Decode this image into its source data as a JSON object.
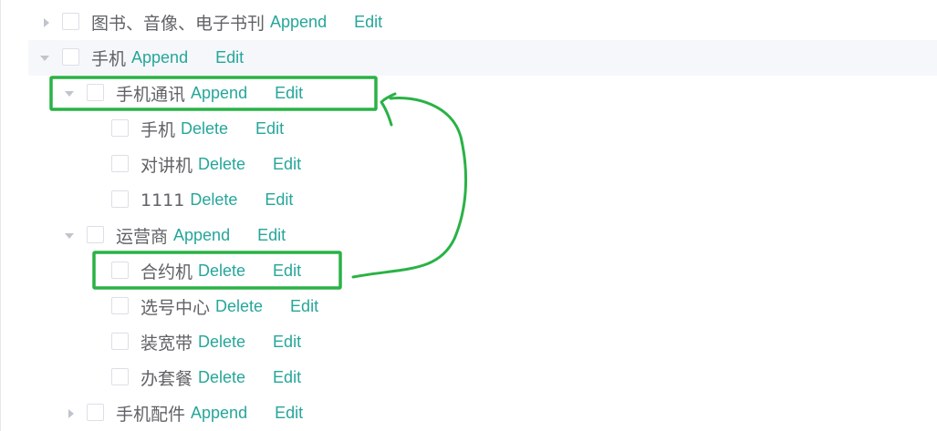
{
  "tree": {
    "nodes": [
      {
        "label": "图书、音像、电子书刊",
        "action": "Append",
        "edit": "Edit",
        "toggle": "collapsed"
      },
      {
        "label": "手机",
        "action": "Append",
        "edit": "Edit",
        "toggle": "expanded"
      },
      {
        "label": "手机通讯",
        "action": "Append",
        "edit": "Edit",
        "toggle": "expanded"
      },
      {
        "label": "手机",
        "action": "Delete",
        "edit": "Edit",
        "toggle": "none"
      },
      {
        "label": "对讲机",
        "action": "Delete",
        "edit": "Edit",
        "toggle": "none"
      },
      {
        "label": "1111",
        "action": "Delete",
        "edit": "Edit",
        "toggle": "none"
      },
      {
        "label": "运营商",
        "action": "Append",
        "edit": "Edit",
        "toggle": "expanded"
      },
      {
        "label": "合约机",
        "action": "Delete",
        "edit": "Edit",
        "toggle": "none"
      },
      {
        "label": "选号中心",
        "action": "Delete",
        "edit": "Edit",
        "toggle": "none"
      },
      {
        "label": "装宽带",
        "action": "Delete",
        "edit": "Edit",
        "toggle": "none"
      },
      {
        "label": "办套餐",
        "action": "Delete",
        "edit": "Edit",
        "toggle": "none"
      },
      {
        "label": "手机配件",
        "action": "Append",
        "edit": "Edit",
        "toggle": "collapsed"
      }
    ],
    "highlighted_row": "手机"
  },
  "annotation": {
    "box_color": "#2ab246",
    "description_icons": [
      "highlight-box",
      "curved-arrow"
    ]
  },
  "colors": {
    "action_link": "#26a69a",
    "label_text": "#606266",
    "caret": "#c0c4cc",
    "checkbox_border": "#dcdfe6",
    "row_highlight": "#f5f7fa"
  }
}
